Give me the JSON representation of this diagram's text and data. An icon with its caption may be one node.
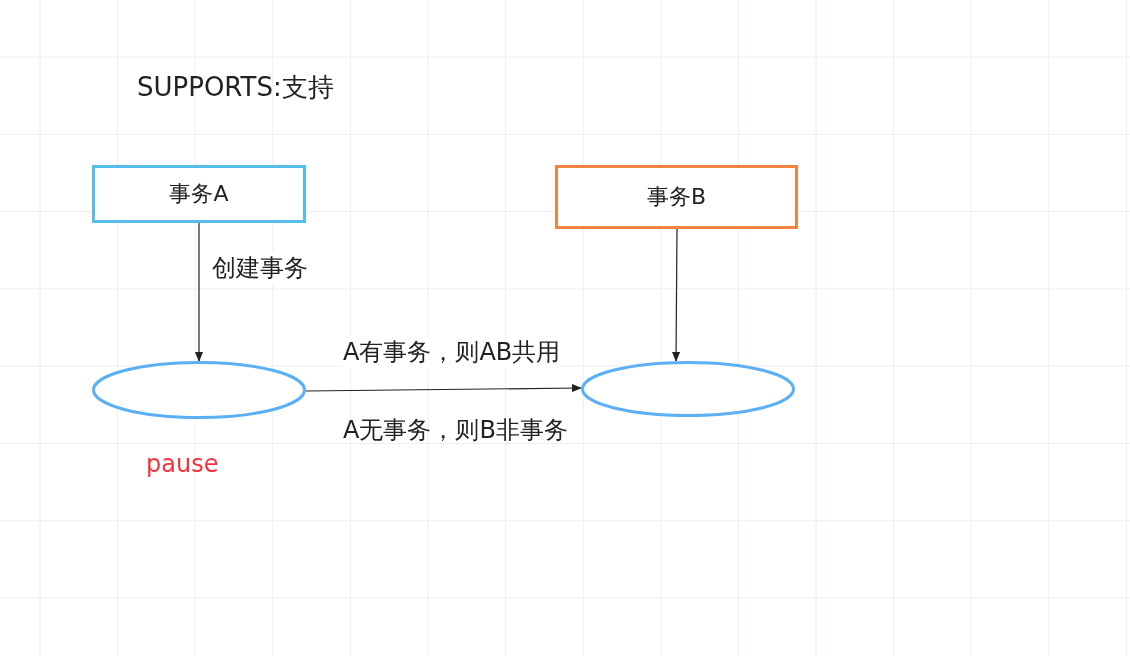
{
  "diagram": {
    "title": "SUPPORTS:支持",
    "nodes": [
      {
        "text": [
          "事务A"
        ]
      },
      {
        "text": [
          "事务B"
        ]
      },
      {
        "text": [],
        "shape": "ellipse",
        "beside": [
          "pause"
        ]
      },
      {
        "text": [],
        "shape": "ellipse"
      }
    ],
    "edges": [
      {
        "from": 0,
        "to": 2,
        "arrow": "to",
        "label": "创建事务"
      },
      {
        "from": 2,
        "to": 3,
        "arrow": "to",
        "label": "A有事务，则AB共用"
      },
      {
        "from": 1,
        "to": 3,
        "arrow": "to"
      }
    ],
    "labels": [
      "A无事务，则B非事务"
    ]
  }
}
